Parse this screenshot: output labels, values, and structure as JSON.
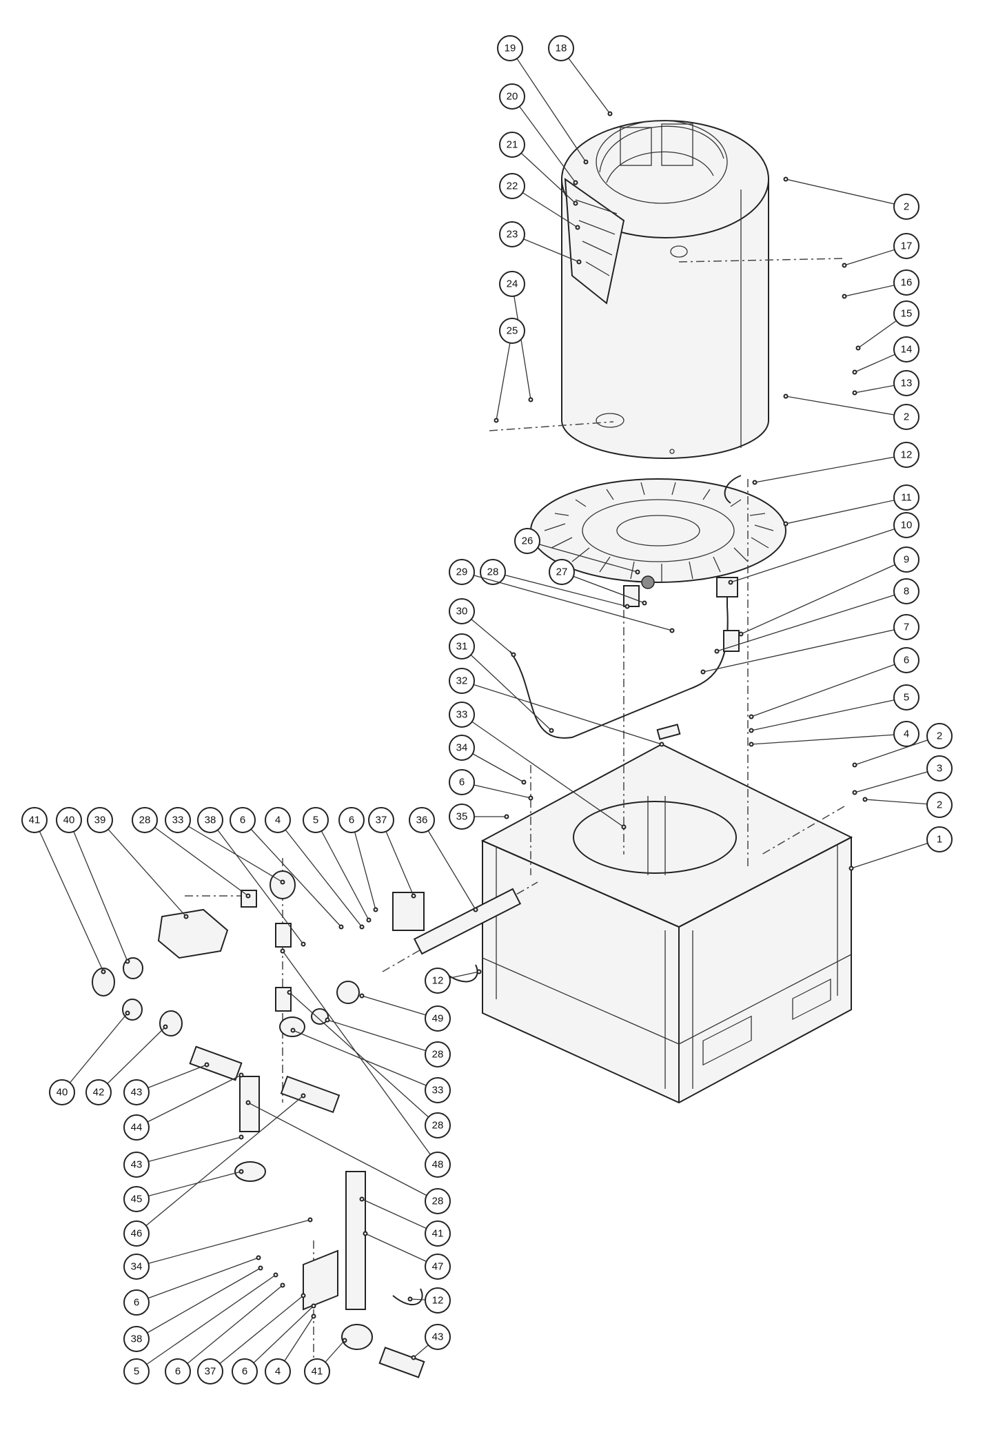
{
  "diagram": {
    "callouts": [
      "1",
      "2",
      "3",
      "4",
      "5",
      "6",
      "7",
      "8",
      "9",
      "10",
      "11",
      "12",
      "13",
      "14",
      "15",
      "16",
      "17",
      "18",
      "19",
      "20",
      "21",
      "22",
      "23",
      "24",
      "25",
      "26",
      "27",
      "28",
      "29",
      "30",
      "31",
      "32",
      "33",
      "34",
      "35",
      "36",
      "37",
      "38",
      "39",
      "40",
      "41",
      "42",
      "43",
      "44",
      "45",
      "46",
      "47",
      "48",
      "49"
    ]
  },
  "colors": {
    "line": "#222222",
    "fill": "#f4f4f4",
    "background": "#ffffff"
  }
}
